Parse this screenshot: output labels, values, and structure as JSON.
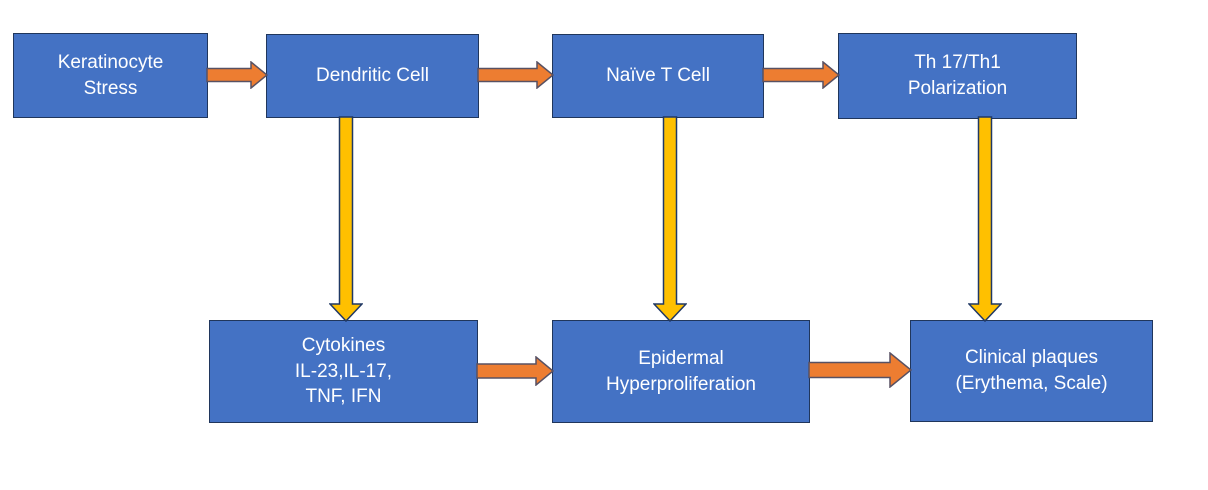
{
  "colors": {
    "background": "#FFFFFF",
    "node_fill": "#4472C4",
    "node_border": "#20365C",
    "node_text": "#FFFFFF",
    "arrow_orange_fill": "#ED7D31",
    "arrow_orange_stroke": "#585163",
    "arrow_yellow_fill": "#FFC000",
    "arrow_yellow_stroke": "#203864"
  },
  "nodes": {
    "keratinocyte_stress": {
      "label": "Keratinocyte\nStress"
    },
    "dendritic_cell": {
      "label": "Dendritic Cell"
    },
    "naive_t_cell": {
      "label": "Naïve T Cell"
    },
    "th17_th1_polarization": {
      "label": "Th 17/Th1\nPolarization"
    },
    "cytokines": {
      "label": "Cytokines\nIL-23,IL-17,\nTNF, IFN"
    },
    "epidermal_hyperproliferation": {
      "label": "Epidermal\nHyperproliferation"
    },
    "clinical_plaques": {
      "label": "Clinical plaques\n(Erythema, Scale)"
    }
  },
  "edges": [
    {
      "from": "keratinocyte_stress",
      "to": "dendritic_cell",
      "style": "orange",
      "direction": "right"
    },
    {
      "from": "dendritic_cell",
      "to": "naive_t_cell",
      "style": "orange",
      "direction": "right"
    },
    {
      "from": "naive_t_cell",
      "to": "th17_th1_polarization",
      "style": "orange",
      "direction": "right"
    },
    {
      "from": "dendritic_cell",
      "to": "cytokines",
      "style": "yellow",
      "direction": "down"
    },
    {
      "from": "naive_t_cell",
      "to": "epidermal_hyperproliferation",
      "style": "yellow",
      "direction": "down"
    },
    {
      "from": "th17_th1_polarization",
      "to": "clinical_plaques",
      "style": "yellow",
      "direction": "down"
    },
    {
      "from": "cytokines",
      "to": "epidermal_hyperproliferation",
      "style": "orange",
      "direction": "right"
    },
    {
      "from": "epidermal_hyperproliferation",
      "to": "clinical_plaques",
      "style": "orange",
      "direction": "right"
    }
  ]
}
